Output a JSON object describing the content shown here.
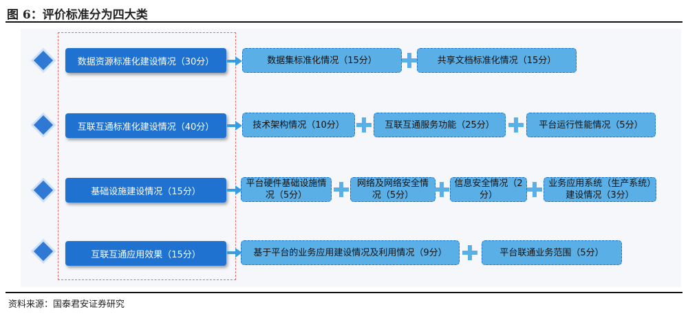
{
  "figure": {
    "title": "图 6：评价标准分为四大类",
    "source": "资料来源：国泰君安证券研究"
  },
  "rows": [
    {
      "main": "数据资源标准化建设情况（30分）",
      "items": [
        "数据集标准化情况（15分）",
        "共享文档标准化情况（15分）"
      ]
    },
    {
      "main": "互联互通标准化建设情况（40分）",
      "items": [
        "技术架构情况（10分）",
        "互联互通服务功能（25分）",
        "平台运行性能情况（5分）"
      ]
    },
    {
      "main": "基础设施建设情况（15分）",
      "items": [
        "平台硬件基础设施情况（5分）",
        "网络及网络安全情况（5分）",
        "信息安全情况（2分）",
        "业务应用系统（生产系统）建设情况（3分）"
      ]
    },
    {
      "main": "互联互通应用效果（15分）",
      "items": [
        "基于平台的业务应用建设情况及利用情况（9分）",
        "平台联通业务范围（5分）"
      ]
    }
  ]
}
